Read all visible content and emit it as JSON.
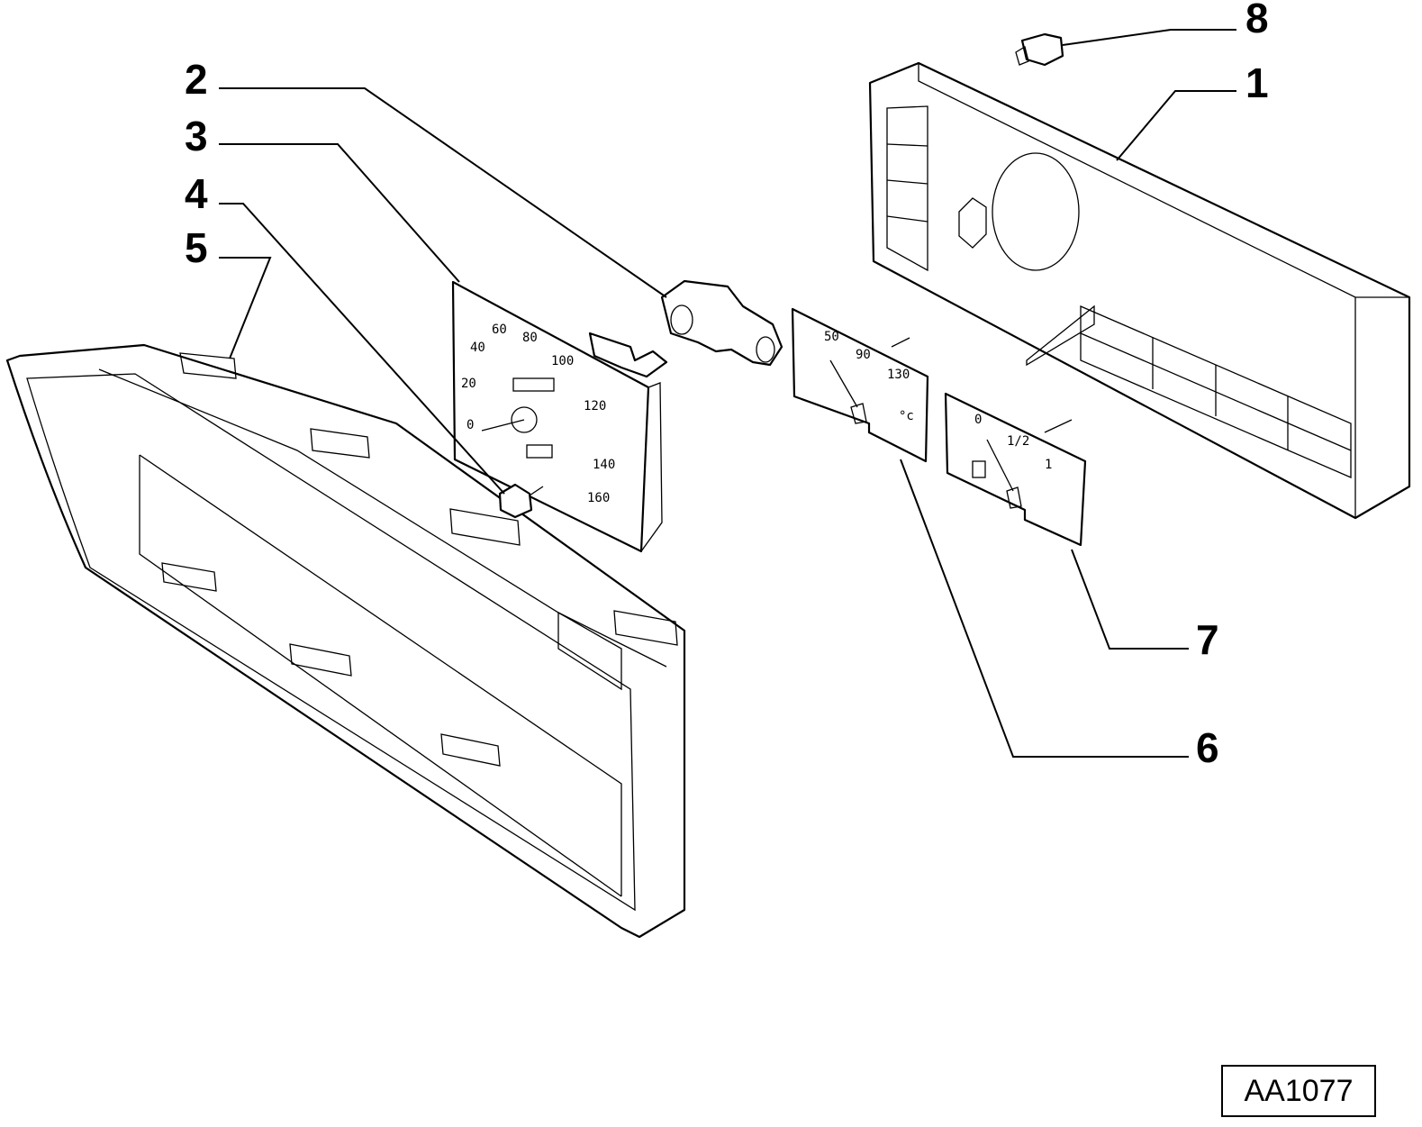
{
  "drawing": {
    "reference_code": "AA1077",
    "callouts": [
      {
        "id": "part-1",
        "number": "1"
      },
      {
        "id": "part-2",
        "number": "2"
      },
      {
        "id": "part-3",
        "number": "3"
      },
      {
        "id": "part-4",
        "number": "4"
      },
      {
        "id": "part-5",
        "number": "5"
      },
      {
        "id": "part-6",
        "number": "6"
      },
      {
        "id": "part-7",
        "number": "7"
      },
      {
        "id": "part-8",
        "number": "8"
      }
    ],
    "speedometer_scale": [
      "0",
      "20",
      "40",
      "60",
      "80",
      "100",
      "120",
      "140",
      "160"
    ],
    "temperature_gauge": {
      "scale": [
        "50",
        "90",
        "130"
      ],
      "unit": "°c"
    },
    "fuel_gauge": {
      "scale": [
        "0",
        "1/2",
        "1"
      ]
    }
  }
}
